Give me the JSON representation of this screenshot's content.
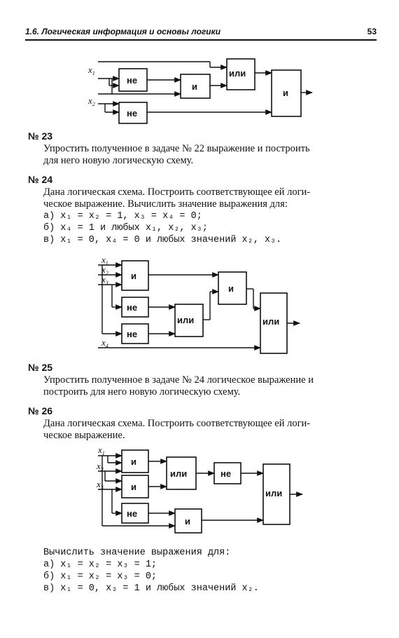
{
  "header": {
    "section": "1.6. Логическая информация и основы логики",
    "page": "53"
  },
  "gates": {
    "not": "не",
    "and": "и",
    "or": "или"
  },
  "vars": {
    "x": "x",
    "s1": "1",
    "s2": "2",
    "s3": "3",
    "s4": "4"
  },
  "p23": {
    "number": "№ 23",
    "lines": [
      "Упростить полученное в задаче № 22 выражение и построить",
      "для него новую логическую схему."
    ]
  },
  "p24": {
    "number": "№ 24",
    "lines": [
      "Дана логическая схема. Построить соответствующее ей логи-",
      "ческое выражение. Вычислить значение выражения для:"
    ],
    "cases": [
      "а) x₁ = x₂ = 1, x₃ = x₄ = 0;",
      "б) x₄ = 1 и любых x₁, x₂, x₃;",
      "в) x₁ = 0, x₄ = 0 и любых значений x₂, x₃."
    ]
  },
  "p25": {
    "number": "№ 25",
    "lines": [
      "Упростить полученное в задаче № 24 логическое выражение и",
      "построить для него новую логическую схему."
    ]
  },
  "p26": {
    "number": "№ 26",
    "lines": [
      "Дана логическая схема. Построить соответствующее ей логи-",
      "ческое выражение."
    ],
    "after": "Вычислить значение выражения для:",
    "cases": [
      "а) x₁ = x₂ = x₃ = 1;",
      "б) x₁ = x₂ = x₃ = 0;",
      "в) x₁ = 0, x₃ = 1 и любых значений x₂."
    ]
  }
}
